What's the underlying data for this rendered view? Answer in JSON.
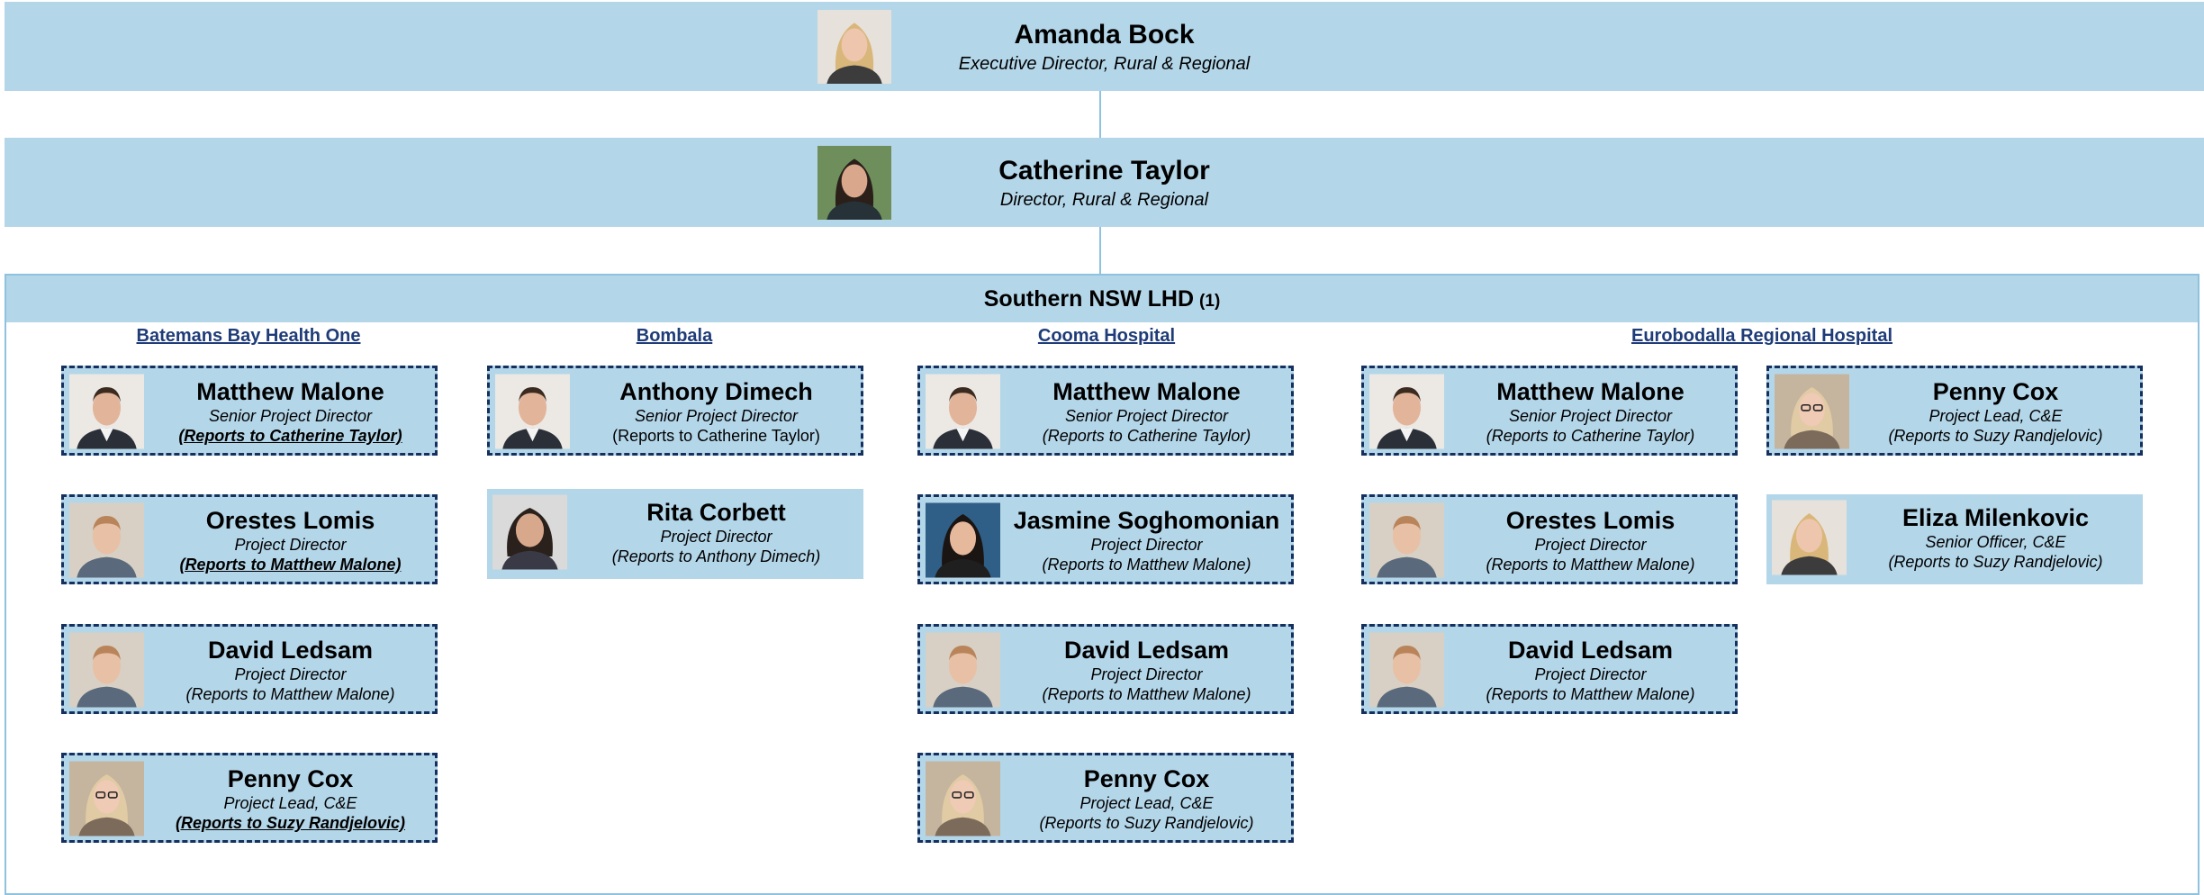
{
  "top": [
    {
      "name": "Amanda Bock",
      "title": "Executive Director, Rural & Regional",
      "photo": "portrait-photo-amanda-bock"
    },
    {
      "name": "Catherine Taylor",
      "title": "Director, Rural & Regional",
      "photo": "portrait-photo-catherine-taylor"
    }
  ],
  "region": {
    "name": "Southern NSW LHD",
    "note": "(1)"
  },
  "columns": [
    {
      "title": "Batemans Bay Health One",
      "cards": [
        {
          "name": "Matthew Malone",
          "title": "Senior Project Director",
          "reports": "(Reports to Catherine Taylor)"
        },
        {
          "name": "Orestes Lomis",
          "title": "Project Director",
          "reports": "(Reports to Matthew Malone)"
        },
        {
          "name": "David Ledsam",
          "title": "Project Director",
          "reports": "(Reports to Matthew Malone)"
        },
        {
          "name": "Penny Cox",
          "title": "Project Lead, C&E",
          "reports": "(Reports to Suzy Randjelovic)"
        }
      ]
    },
    {
      "title": "Bombala",
      "cards": [
        {
          "name": "Anthony Dimech",
          "title": "Senior Project Director",
          "reports": "(Reports to Catherine Taylor)"
        },
        {
          "name": "Rita Corbett",
          "title": "Project Director",
          "reports": "(Reports to Anthony Dimech)"
        }
      ]
    },
    {
      "title": "Cooma Hospital",
      "cards": [
        {
          "name": "Matthew Malone",
          "title": "Senior Project Director",
          "reports": "(Reports to Catherine Taylor)"
        },
        {
          "name": "Jasmine Soghomonian",
          "title": "Project Director",
          "reports": "(Reports to Matthew Malone)"
        },
        {
          "name": "David Ledsam",
          "title": "Project Director",
          "reports": "(Reports to Matthew Malone)"
        },
        {
          "name": "Penny Cox",
          "title": "Project Lead, C&E",
          "reports": "(Reports to Suzy Randjelovic)"
        }
      ]
    },
    {
      "title": "Eurobodalla Regional Hospital",
      "cards": [
        {
          "name": "Matthew Malone",
          "title": "Senior Project Director",
          "reports": "(Reports to Catherine Taylor)"
        },
        {
          "name": "Orestes Lomis",
          "title": "Project Director",
          "reports": "(Reports to Matthew Malone)"
        },
        {
          "name": "David Ledsam",
          "title": "Project Director",
          "reports": "(Reports to Matthew Malone)"
        },
        {
          "name": "Penny Cox",
          "title": "Project Lead, C&E",
          "reports": "(Reports to Suzy Randjelovic)"
        },
        {
          "name": "Eliza Milenkovic",
          "title": "Senior Officer, C&E",
          "reports": "(Reports to Suzy Randjelovic)"
        }
      ]
    }
  ],
  "colors": {
    "band": "#b4d6e9",
    "connector": "#8ec2df",
    "dashed_border": "#15305f",
    "column_title": "#1f3c78"
  }
}
